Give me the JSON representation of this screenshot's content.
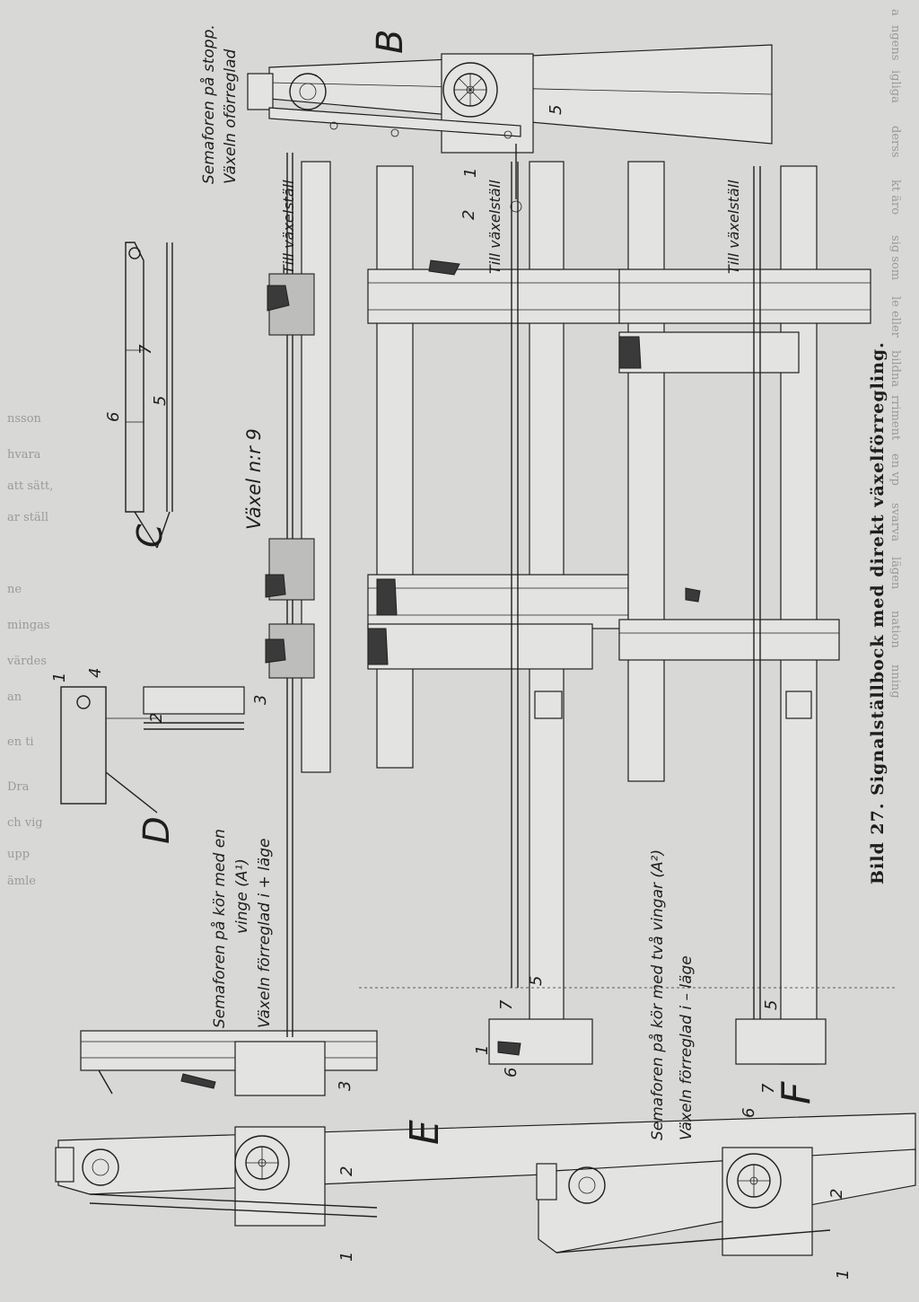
{
  "caption": "Bild 27. Signalställbock med direkt växelförregling.",
  "views": {
    "B": {
      "letter": "B",
      "title_line1": "Semaforen på stopp.",
      "title_line2": "Växeln oförreglad",
      "part_1": "1",
      "part_2": "2",
      "part_5": "5"
    },
    "E": {
      "letter": "E",
      "title_line1": "Semaforen på kör med en",
      "title_line2": "vinge (A¹)",
      "title_line3": "Växeln förreglad i + läge",
      "part_1": "1",
      "part_2": "2",
      "part_3": "3",
      "part_6": "6",
      "part_7": "7",
      "part_5": "5",
      "part_1b": "1"
    },
    "F": {
      "letter": "F",
      "title_line1": "Semaforen på kör med två vingar (A²)",
      "title_line2": "Växeln förreglad i – läge",
      "part_1": "1",
      "part_2": "2",
      "part_5": "5",
      "part_6": "6",
      "part_7": "7"
    },
    "C": {
      "letter": "C",
      "part_5": "5",
      "part_6": "6",
      "part_7": "7"
    },
    "D": {
      "letter": "D",
      "part_1": "1",
      "part_2": "2",
      "part_3": "3",
      "part_4": "4"
    }
  },
  "track_labels": {
    "to_switch_1": "Till växelställ",
    "to_switch_2": "Till växelställ",
    "to_switch_3": "Till växelställ",
    "switch_name": "Växel n:r 9"
  },
  "bleed_through": [
    "a",
    "ngens",
    "igliga",
    "derss",
    "kt äro",
    "sig som",
    "le eller",
    "bildnа",
    "rriment",
    "en vp",
    "svarva",
    "lägen",
    "nation",
    "nning",
    "nsson",
    "hvara",
    "att sätt,",
    "ar ställ",
    "ne",
    "mingas",
    "värdes",
    "an",
    "en ti",
    "Dra",
    "ch vig",
    "upp",
    "ämle"
  ]
}
